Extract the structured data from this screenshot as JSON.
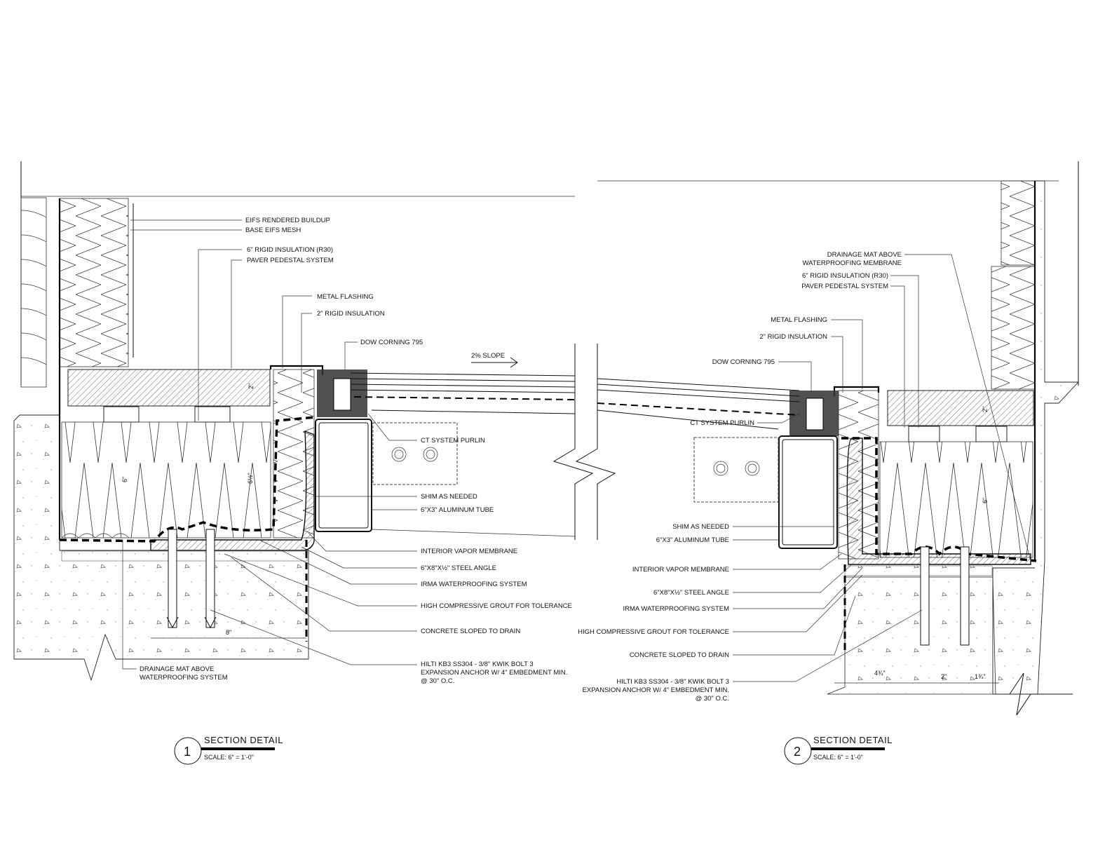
{
  "detail1": {
    "number": "1",
    "title": "SECTION DETAIL",
    "scale": "SCALE: 6\" = 1'-0\"",
    "slope": "2% SLOPE",
    "labels": {
      "eifs_buildup": "EIFS RENDERED BUILDUP",
      "eifs_mesh": "BASE EIFS MESH",
      "rigid6": "6\" RIGID INSULATION  (R30)",
      "paver": "PAVER  PEDESTAL SYSTEM",
      "flashing": "METAL FLASHING",
      "rigid2": "2\" RIGID INSULATION",
      "dow": "DOW CORNING 795",
      "purlin": "CT SYSTEM PURLIN",
      "shim": "SHIM AS NEEDED",
      "tube": "6\"X3\" ALUMINUM TUBE",
      "vapor": "INTERIOR VAPOR MEMBRANE",
      "angle": "6\"X8\"X½\" STEEL ANGLE",
      "irma": "IRMA WATERPROOFING SYSTEM",
      "grout": "HIGH COMPRESSIVE GROUT FOR TOLERANCE",
      "concrete": "CONCRETE SLOPED TO DRAIN",
      "hilti1": "HILTI KB3 SS304 - 3/8\" KWIK BOLT 3",
      "hilti2": "EXPANSION ANCHOR W/ 4\" EMBEDMENT MIN.",
      "hilti3": "@ 30\" O.C.",
      "drain1": "DRAINAGE MAT ABOVE",
      "drain2": "WATERPROOFING SYSTEM"
    },
    "dims": {
      "d8": "8\"",
      "d6": "6\"",
      "d6h": "6½\"",
      "d2": "2\""
    }
  },
  "detail2": {
    "number": "2",
    "title": "SECTION DETAIL",
    "scale": "SCALE: 6\" = 1'-0\"",
    "labels": {
      "drain1": "DRAINAGE MAT ABOVE",
      "drain2": "WATERPROOFING MEMBRANE",
      "rigid6": "6\" RIGID INSULATION  (R30)",
      "paver": "PAVER  PEDESTAL SYSTEM",
      "flashing": "METAL FLASHING",
      "rigid2": "2\" RIGID INSULATION",
      "dow": "DOW CORNING 795",
      "purlin": "CT SYSTEM PURLIN",
      "shim": "SHIM AS NEEDED",
      "tube": "6\"X3\" ALUMINUM TUBE",
      "vapor": "INTERIOR VAPOR MEMBRANE",
      "angle": "6\"X8\"X½\" STEEL ANGLE",
      "irma": "IRMA WATERPROOFING SYSTEM",
      "grout": "HIGH COMPRESSIVE GROUT FOR TOLERANCE",
      "concrete": "CONCRETE SLOPED TO DRAIN",
      "hilti1": "HILTI KB3 SS304 - 3/8\" KWIK BOLT 3",
      "hilti2": "EXPANSION ANCHOR W/ 4\" EMBEDMENT MIN.",
      "hilti3": "@ 30\" O.C."
    },
    "dims": {
      "d434": "4¾\"",
      "d2": "2\"",
      "d134": "1¾\"",
      "d6": "6\"",
      "d2b": "2\""
    }
  }
}
